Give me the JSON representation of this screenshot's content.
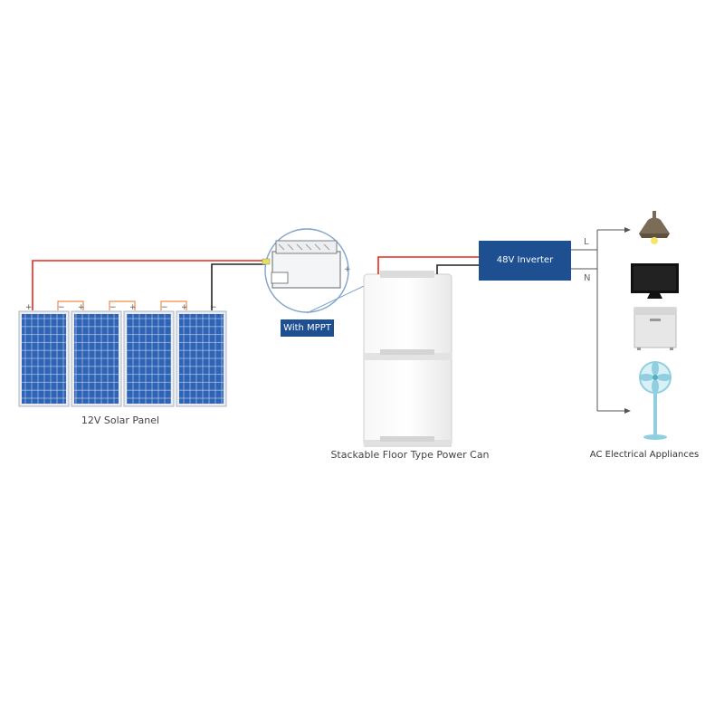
{
  "labels": {
    "solar_panel": "12V Solar Panel",
    "mppt_badge": "With MPPT",
    "battery": "Stackable Floor Type Power Can",
    "inverter": "48V Inverter",
    "line_L": "L",
    "line_N": "N",
    "appliances": "AC Electrical Appliances"
  },
  "terminals": {
    "minus": "−",
    "plus": "+"
  },
  "icons": {
    "panels": "solar-panel-icon",
    "controller": "charge-controller-icon",
    "battery": "battery-cabinet-icon",
    "inverter": "inverter-icon",
    "lamp": "ceiling-lamp-icon",
    "tv": "television-icon",
    "appliance": "appliance-cabinet-icon",
    "fan": "standing-fan-icon"
  },
  "colors": {
    "positive_wire": "#e8281e",
    "negative_wire": "#222222",
    "panel_cell": "#2e5fb0",
    "accent_blue": "#1d4f91",
    "fan_blue": "#8fcfe0"
  }
}
